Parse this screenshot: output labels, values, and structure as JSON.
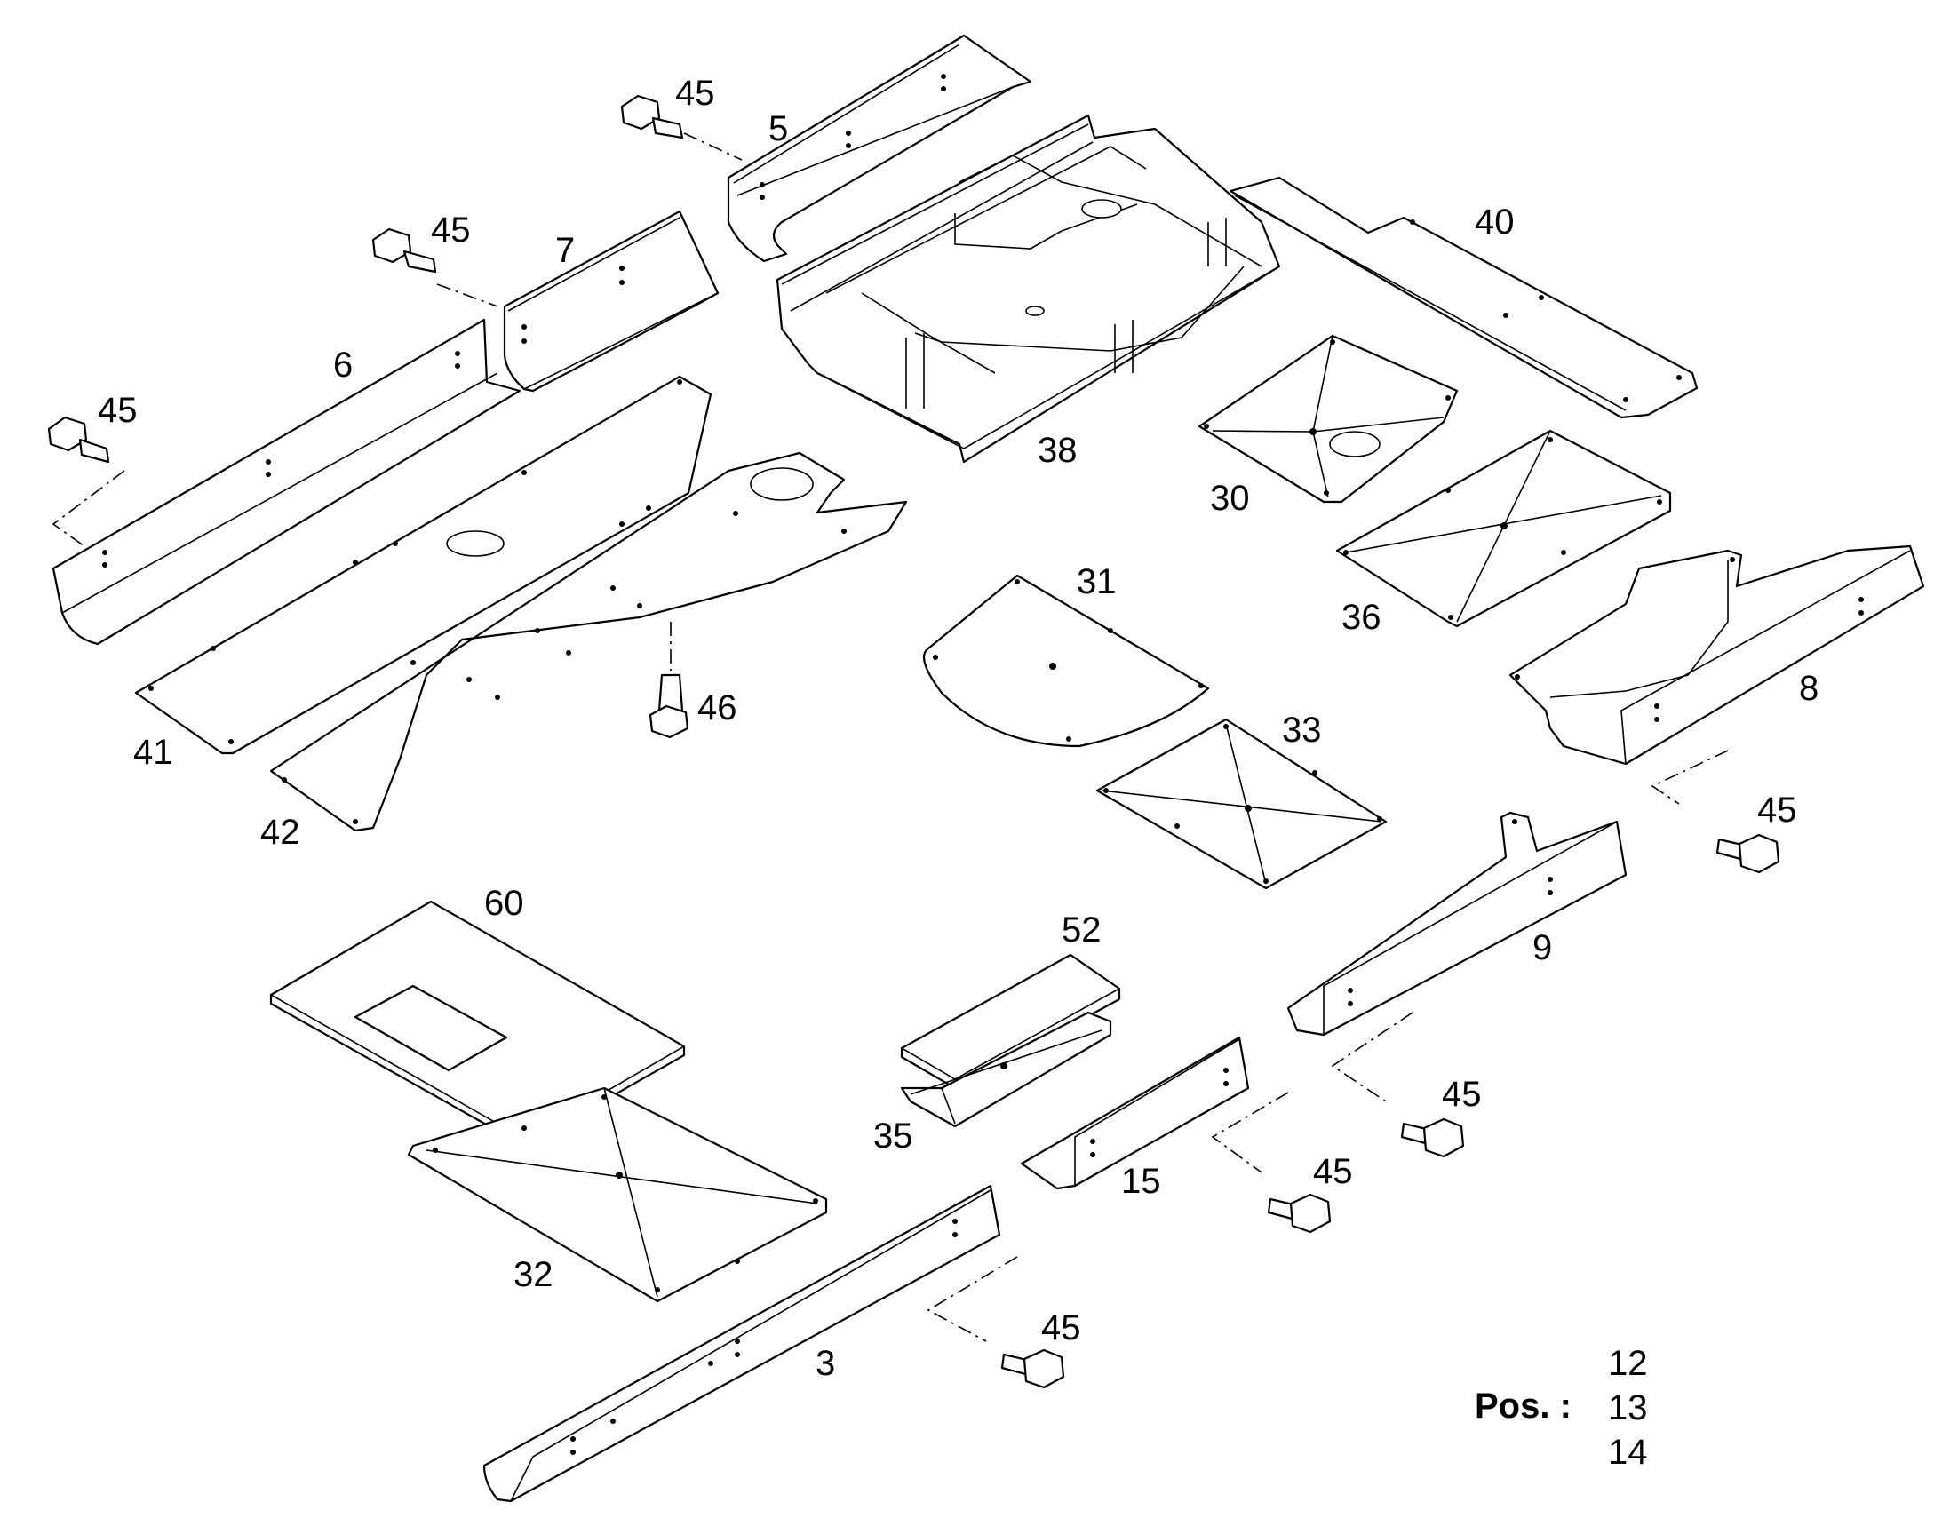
{
  "parts": {
    "p3": "3",
    "p5": "5",
    "p6": "6",
    "p7": "7",
    "p8": "8",
    "p9": "9",
    "p15": "15",
    "p30": "30",
    "p31": "31",
    "p32": "32",
    "p33": "33",
    "p35": "35",
    "p36": "36",
    "p38": "38",
    "p40": "40",
    "p41": "41",
    "p42": "42",
    "p46": "46",
    "p52": "52",
    "p60": "60",
    "bolt": "45"
  },
  "pos_block": {
    "label": "Pos. :",
    "values": [
      "12",
      "13",
      "14"
    ]
  }
}
